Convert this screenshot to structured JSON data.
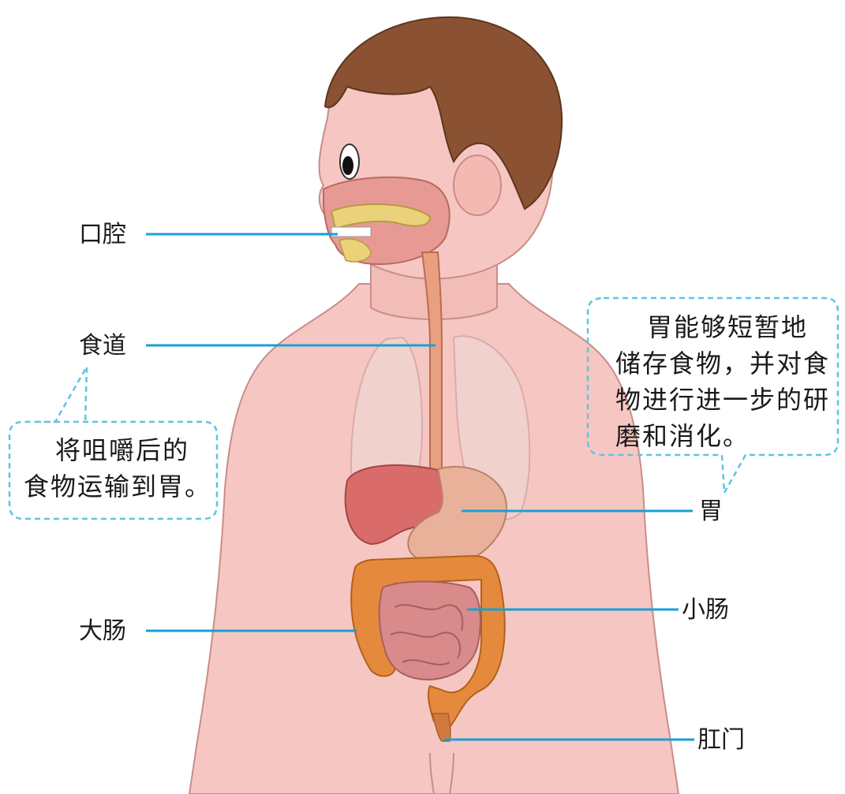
{
  "labels": {
    "mouth": "口腔",
    "esophagus": "食道",
    "stomach": "胃",
    "large_intestine": "大肠",
    "small_intestine": "小肠",
    "anus": "肛门"
  },
  "callouts": {
    "esophagus": {
      "line1": "将咀嚼后的",
      "line2": "食物运输到胃。"
    },
    "stomach": {
      "line1": "胃能够短暂地",
      "line2": "储存食物，并对食",
      "line3": "物进行进一步的研",
      "line4": "磨和消化。"
    }
  },
  "colors": {
    "leader_line": "#1a9fd4",
    "bubble_border": "#5fc3e4",
    "skin": "#f6c7c2",
    "hair": "#8a5232",
    "large_intestine": "#e58a3c",
    "small_intestine": "#d98a8a",
    "stomach": "#eab19a",
    "liver": "#d96b6b",
    "lungs": "#f0d3cf"
  }
}
